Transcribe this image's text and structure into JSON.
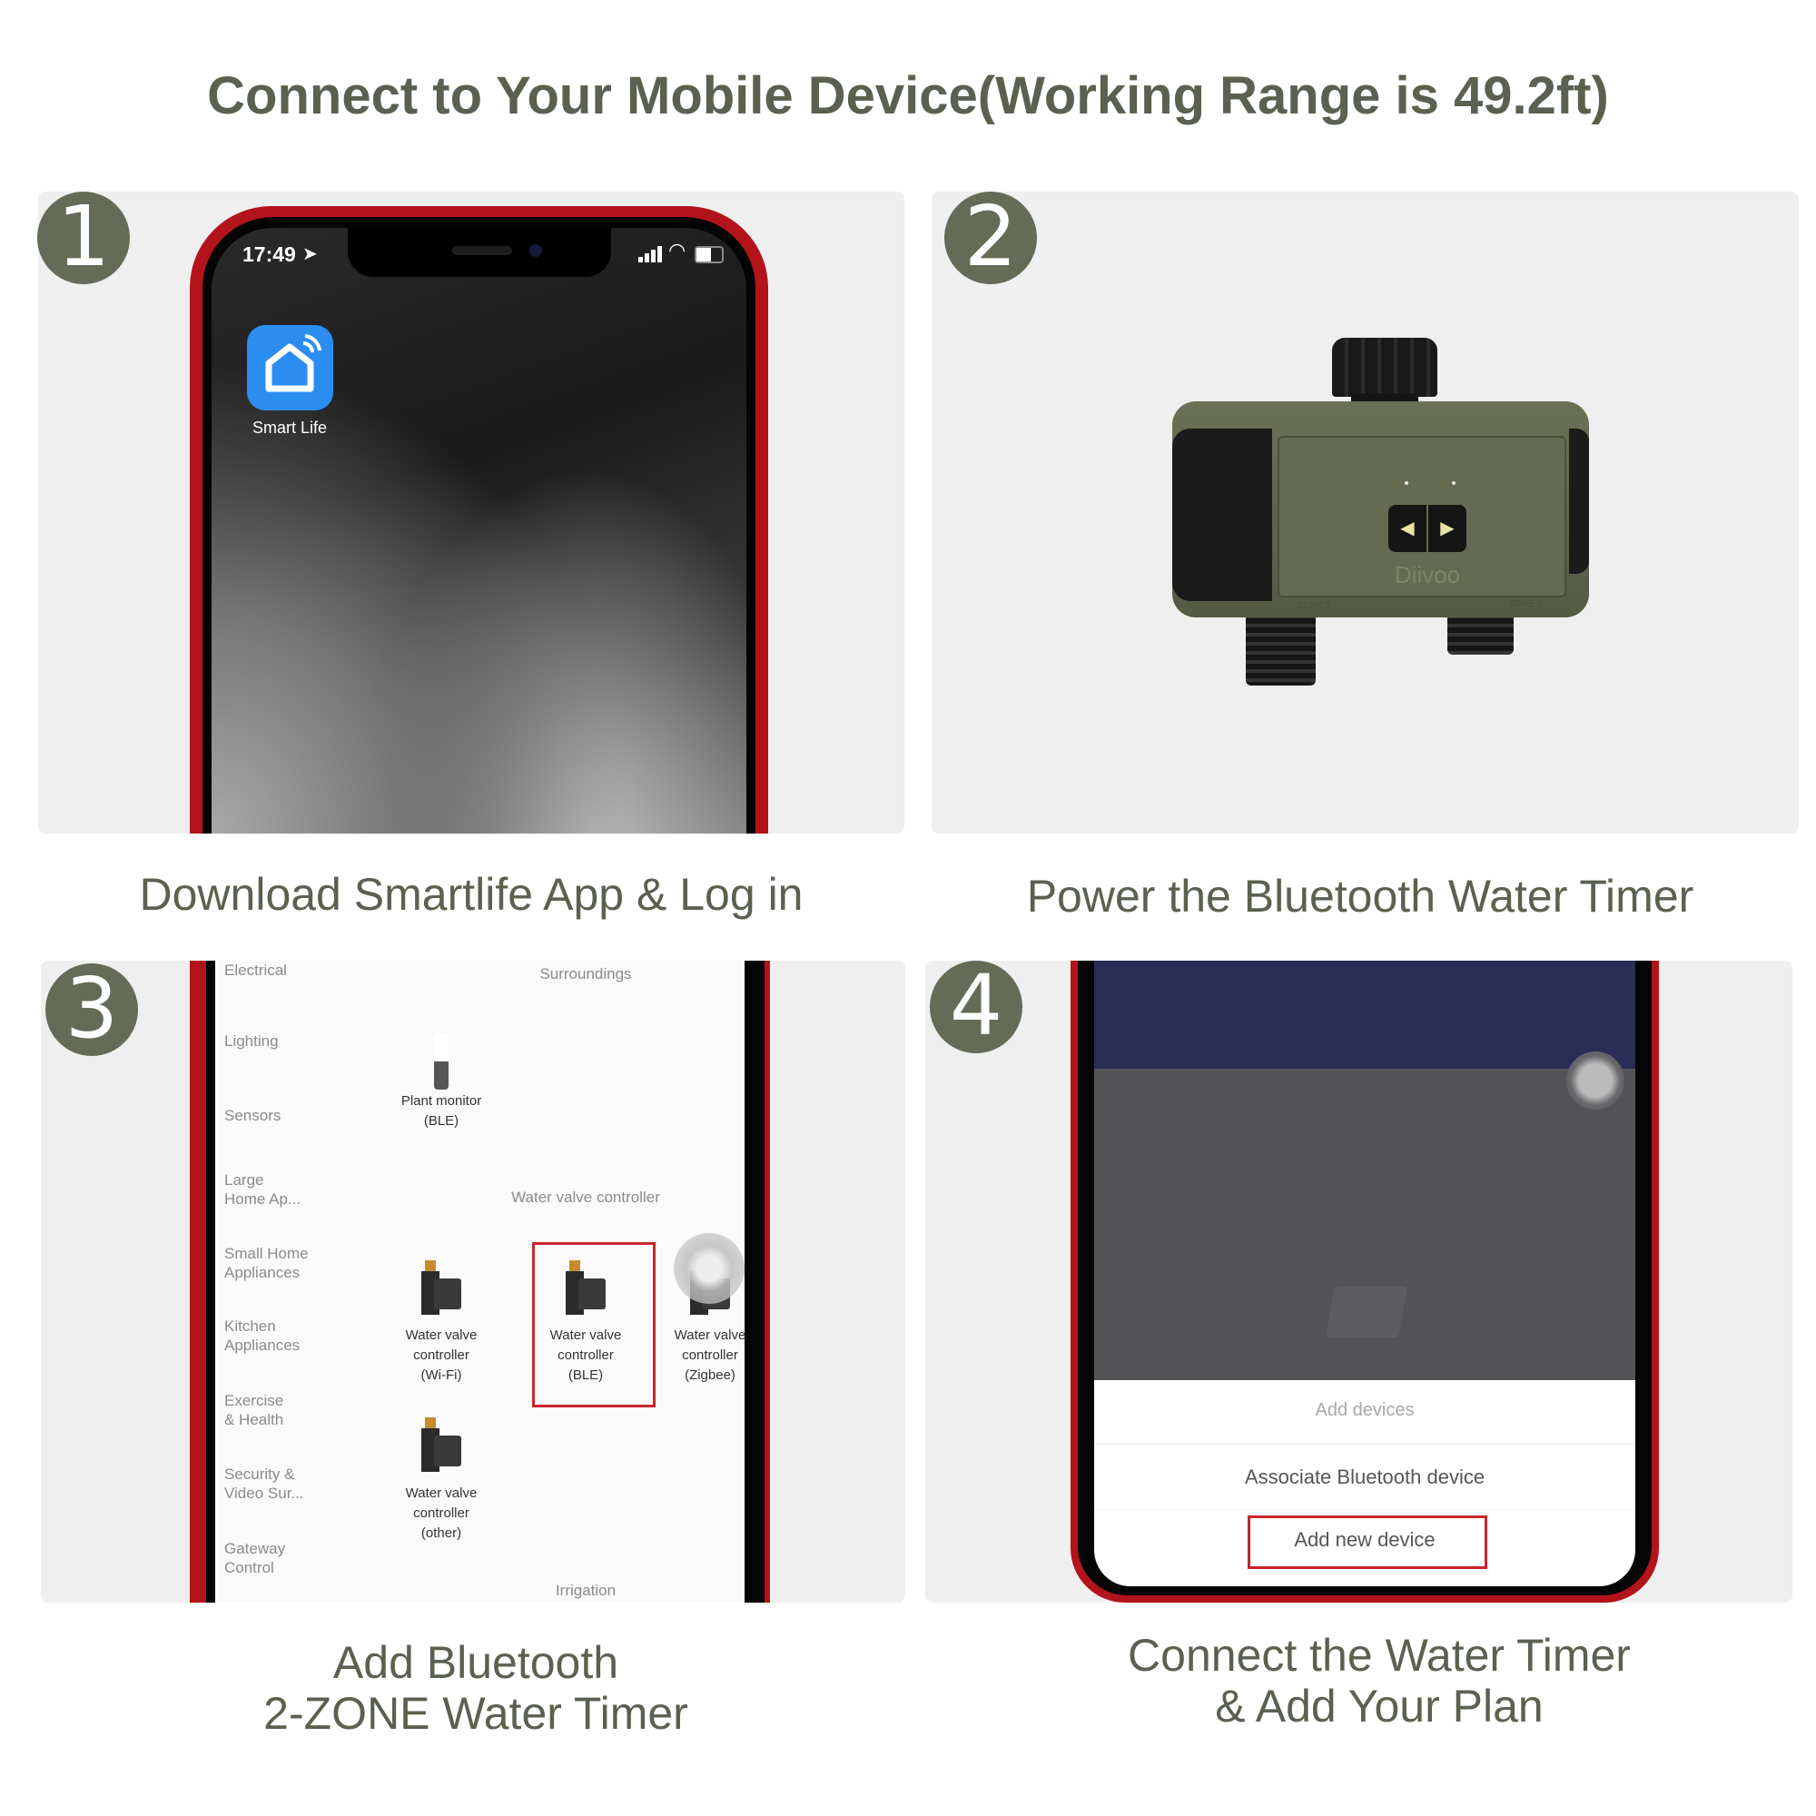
{
  "title": "Connect to Your Mobile Device(Working Range is 49.2ft)",
  "colors": {
    "text": "#5b6150",
    "badge": "#646c57",
    "phone_frame": "#b3141b",
    "app_blue": "#2c8df0",
    "highlight": "#c8252b",
    "device_body": "#5d6449"
  },
  "steps": [
    {
      "number": "1",
      "caption": "Download Smartlife App & Log in",
      "phone": {
        "time": "17:49",
        "app_label": "Smart Life",
        "app_icon": "smart-life-house-icon"
      }
    },
    {
      "number": "2",
      "caption": "Power the Bluetooth Water Timer",
      "device": {
        "brand": "Diivoo",
        "zone1": "ZONE 1",
        "zone2": "ZONE 2"
      }
    },
    {
      "number": "3",
      "caption_line1": "Add Bluetooth",
      "caption_line2": "2-ZONE Water Timer",
      "app": {
        "sidebar": [
          "Electrical",
          "Lighting",
          "Sensors",
          "Large\nHome Ap...",
          "Small Home\nAppliances",
          "Kitchen\nAppliances",
          "Exercise\n& Health",
          "Security &\nVideo Sur...",
          "Gateway\nControl"
        ],
        "section1": "Surroundings",
        "plant_monitor": [
          "Plant monitor",
          "(BLE)"
        ],
        "section2": "Water valve controller",
        "valves": [
          [
            "Water valve",
            "controller",
            "(Wi-Fi)"
          ],
          [
            "Water valve",
            "controller",
            "(BLE)"
          ],
          [
            "Water valve",
            "controller",
            "(Zigbee)"
          ],
          [
            "Water valve",
            "controller",
            "(other)"
          ]
        ],
        "selected_valve": "(BLE)",
        "section3": "Irrigation"
      }
    },
    {
      "number": "4",
      "caption_line1": "Connect the Water Timer",
      "caption_line2": "& Add Your Plan",
      "sheet": {
        "header": "Add devices",
        "option1": "Associate Bluetooth device",
        "option2": "Add new device"
      }
    }
  ]
}
